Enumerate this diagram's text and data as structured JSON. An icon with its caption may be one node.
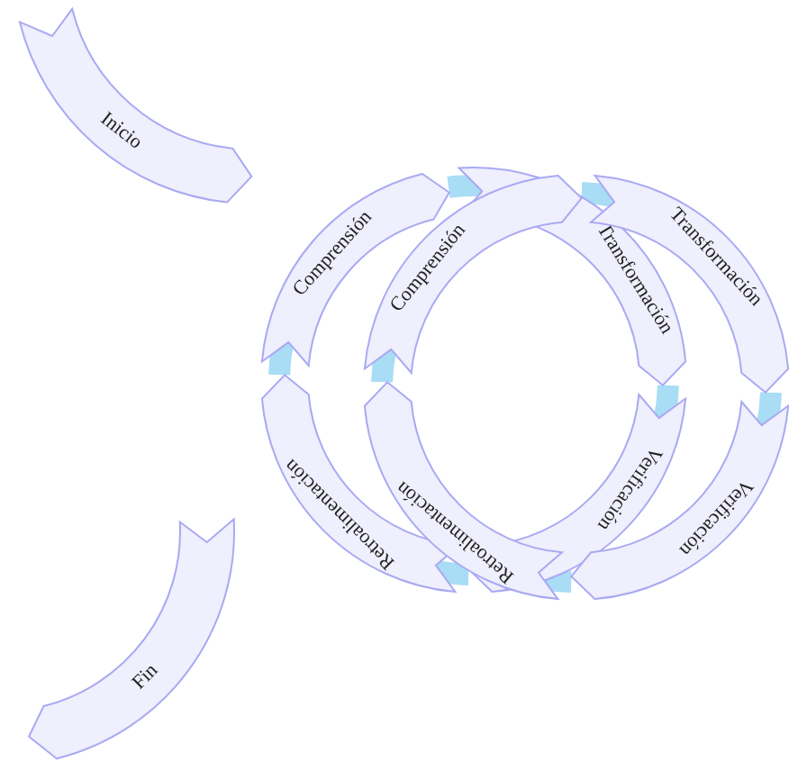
{
  "diagram": {
    "nodes": [
      {
        "text": [
          "Inicio"
        ]
      },
      {
        "text": [
          "Comprensión"
        ]
      },
      {
        "text": [
          "Transformación"
        ]
      },
      {
        "text": [
          "Verificación"
        ]
      },
      {
        "text": [
          "Retroalimentación"
        ]
      },
      {
        "text": [
          "Comprensión"
        ]
      },
      {
        "text": [
          "Transformación"
        ]
      },
      {
        "text": [
          "Verificación"
        ]
      },
      {
        "text": [
          "Retroalimentación"
        ]
      },
      {
        "text": [
          "Fin"
        ]
      }
    ],
    "edges": [
      {
        "from": 1,
        "to": 2,
        "arrow": "none"
      },
      {
        "from": 2,
        "to": 3,
        "arrow": "none"
      },
      {
        "from": 3,
        "to": 4,
        "arrow": "none"
      },
      {
        "from": 4,
        "to": 1,
        "arrow": "none"
      },
      {
        "from": 5,
        "to": 6,
        "arrow": "none"
      },
      {
        "from": 6,
        "to": 7,
        "arrow": "none"
      },
      {
        "from": 7,
        "to": 8,
        "arrow": "none"
      },
      {
        "from": 8,
        "to": 5,
        "arrow": "none"
      }
    ]
  }
}
